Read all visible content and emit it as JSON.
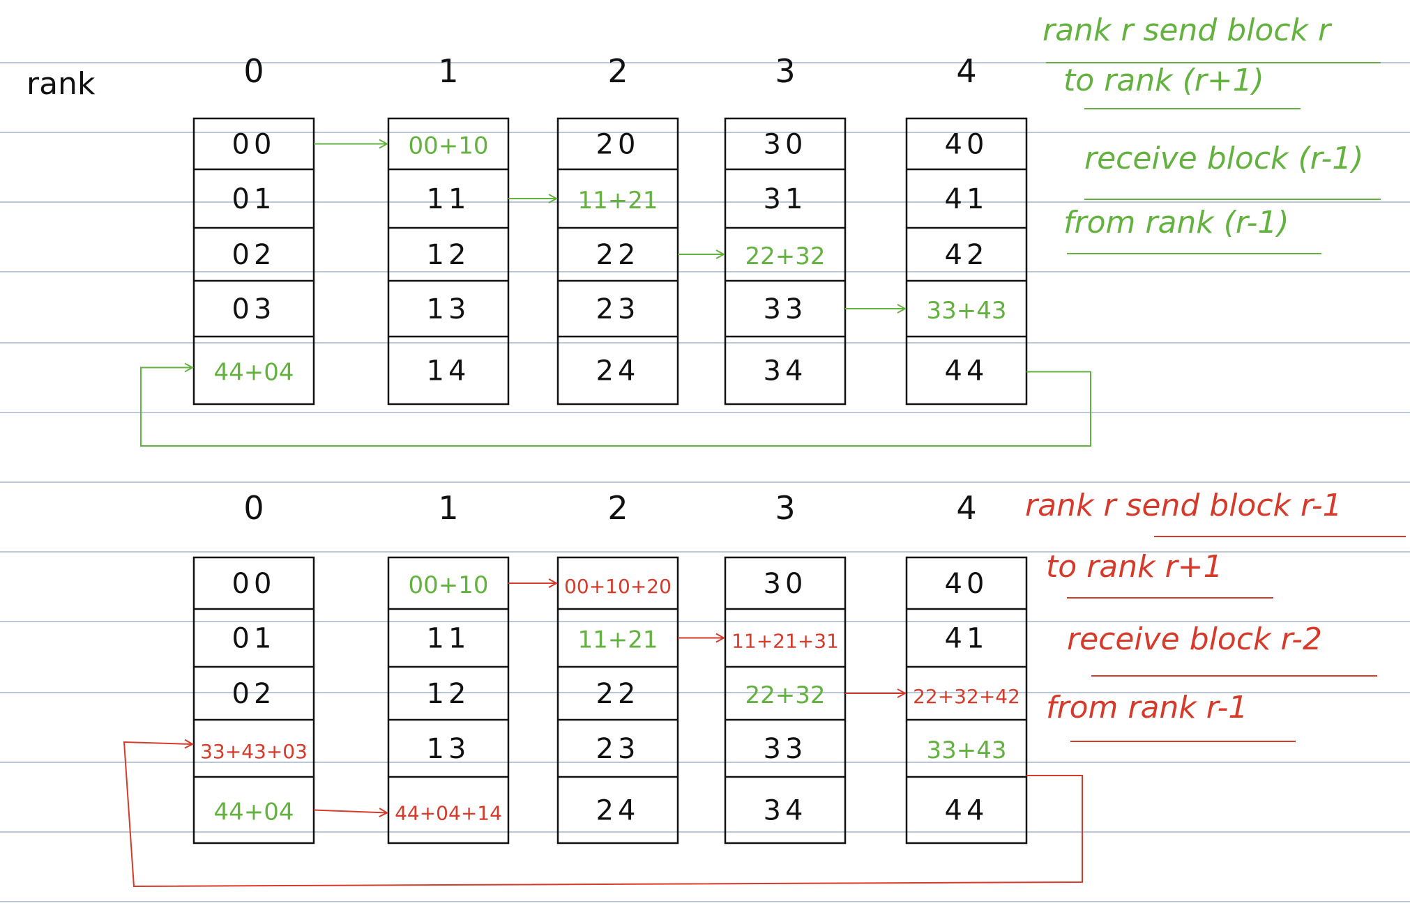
{
  "colors": {
    "rule_line": "#b9c7d8",
    "ink": "#111111",
    "green": "#63b23f",
    "red": "#d53a2a"
  },
  "rank_label": "rank",
  "diagrams": [
    {
      "ranks": [
        "0",
        "1",
        "2",
        "3",
        "4"
      ],
      "cells": [
        [
          {
            "t": "00",
            "c": "ink"
          },
          {
            "t": "01",
            "c": "ink"
          },
          {
            "t": "02",
            "c": "ink"
          },
          {
            "t": "03",
            "c": "ink"
          },
          {
            "t": "44+04",
            "c": "green"
          }
        ],
        [
          {
            "t": "00+10",
            "c": "green"
          },
          {
            "t": "11",
            "c": "ink"
          },
          {
            "t": "12",
            "c": "ink"
          },
          {
            "t": "13",
            "c": "ink"
          },
          {
            "t": "14",
            "c": "ink"
          }
        ],
        [
          {
            "t": "20",
            "c": "ink"
          },
          {
            "t": "11+21",
            "c": "green"
          },
          {
            "t": "22",
            "c": "ink"
          },
          {
            "t": "23",
            "c": "ink"
          },
          {
            "t": "24",
            "c": "ink"
          }
        ],
        [
          {
            "t": "30",
            "c": "ink"
          },
          {
            "t": "31",
            "c": "ink"
          },
          {
            "t": "22+32",
            "c": "green"
          },
          {
            "t": "33",
            "c": "ink"
          },
          {
            "t": "34",
            "c": "ink"
          }
        ],
        [
          {
            "t": "40",
            "c": "ink"
          },
          {
            "t": "41",
            "c": "ink"
          },
          {
            "t": "42",
            "c": "ink"
          },
          {
            "t": "33+43",
            "c": "green"
          },
          {
            "t": "44",
            "c": "ink"
          }
        ]
      ],
      "notes": {
        "color": "green",
        "lines": [
          "rank r send block r",
          "to rank (r+1)",
          "receive block (r-1)",
          "from rank (r-1)"
        ]
      }
    },
    {
      "ranks": [
        "0",
        "1",
        "2",
        "3",
        "4"
      ],
      "cells": [
        [
          {
            "t": "00",
            "c": "ink"
          },
          {
            "t": "01",
            "c": "ink"
          },
          {
            "t": "02",
            "c": "ink"
          },
          {
            "t": "33+43+03",
            "c": "red"
          },
          {
            "t": "44+04",
            "c": "green"
          }
        ],
        [
          {
            "t": "00+10",
            "c": "green"
          },
          {
            "t": "11",
            "c": "ink"
          },
          {
            "t": "12",
            "c": "ink"
          },
          {
            "t": "13",
            "c": "ink"
          },
          {
            "t": "44+04+14",
            "c": "red"
          }
        ],
        [
          {
            "t": "00+10+20",
            "c": "red"
          },
          {
            "t": "11+21",
            "c": "green"
          },
          {
            "t": "22",
            "c": "ink"
          },
          {
            "t": "23",
            "c": "ink"
          },
          {
            "t": "24",
            "c": "ink"
          }
        ],
        [
          {
            "t": "30",
            "c": "ink"
          },
          {
            "t": "11+21+31",
            "c": "red"
          },
          {
            "t": "22+32",
            "c": "green"
          },
          {
            "t": "33",
            "c": "ink"
          },
          {
            "t": "34",
            "c": "ink"
          }
        ],
        [
          {
            "t": "40",
            "c": "ink"
          },
          {
            "t": "41",
            "c": "ink"
          },
          {
            "t": "22+32+42",
            "c": "red"
          },
          {
            "t": "33+43",
            "c": "green"
          },
          {
            "t": "44",
            "c": "ink"
          }
        ]
      ],
      "notes": {
        "color": "red",
        "lines": [
          "rank r send block r-1",
          "to rank r+1",
          "receive block r-2",
          "from rank r-1"
        ]
      }
    }
  ]
}
